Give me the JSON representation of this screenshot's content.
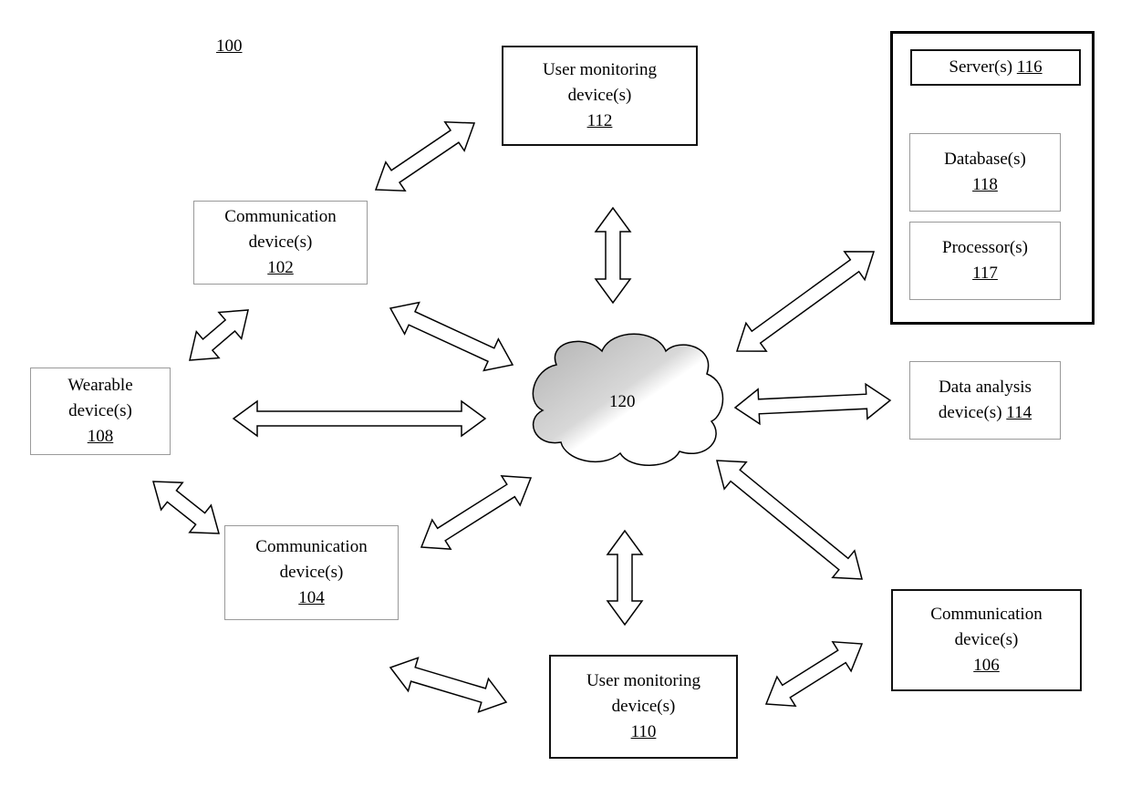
{
  "figure_number": "100",
  "network": {
    "number": "120"
  },
  "nodes": {
    "comm_102": {
      "line1": "Communication",
      "line2": "device(s)",
      "number": "102"
    },
    "comm_104": {
      "line1": "Communication",
      "line2": "device(s)",
      "number": "104"
    },
    "comm_106": {
      "line1": "Communication",
      "line2": "device(s)",
      "number": "106"
    },
    "wearable_108": {
      "line1": "Wearable",
      "line2": "device(s)",
      "number": "108"
    },
    "monitor_110": {
      "line1": "User monitoring",
      "line2": "device(s)",
      "number": "110"
    },
    "monitor_112": {
      "line1": "User monitoring",
      "line2": "device(s)",
      "number": "112"
    },
    "analysis_114": {
      "line1": "Data analysis",
      "line2": "device(s)",
      "number": "114"
    },
    "server_116": {
      "label": "Server(s)",
      "number": "116"
    },
    "processor_117": {
      "line1": "Processor(s)",
      "number": "117"
    },
    "database_118": {
      "line1": "Database(s)",
      "number": "118"
    }
  }
}
